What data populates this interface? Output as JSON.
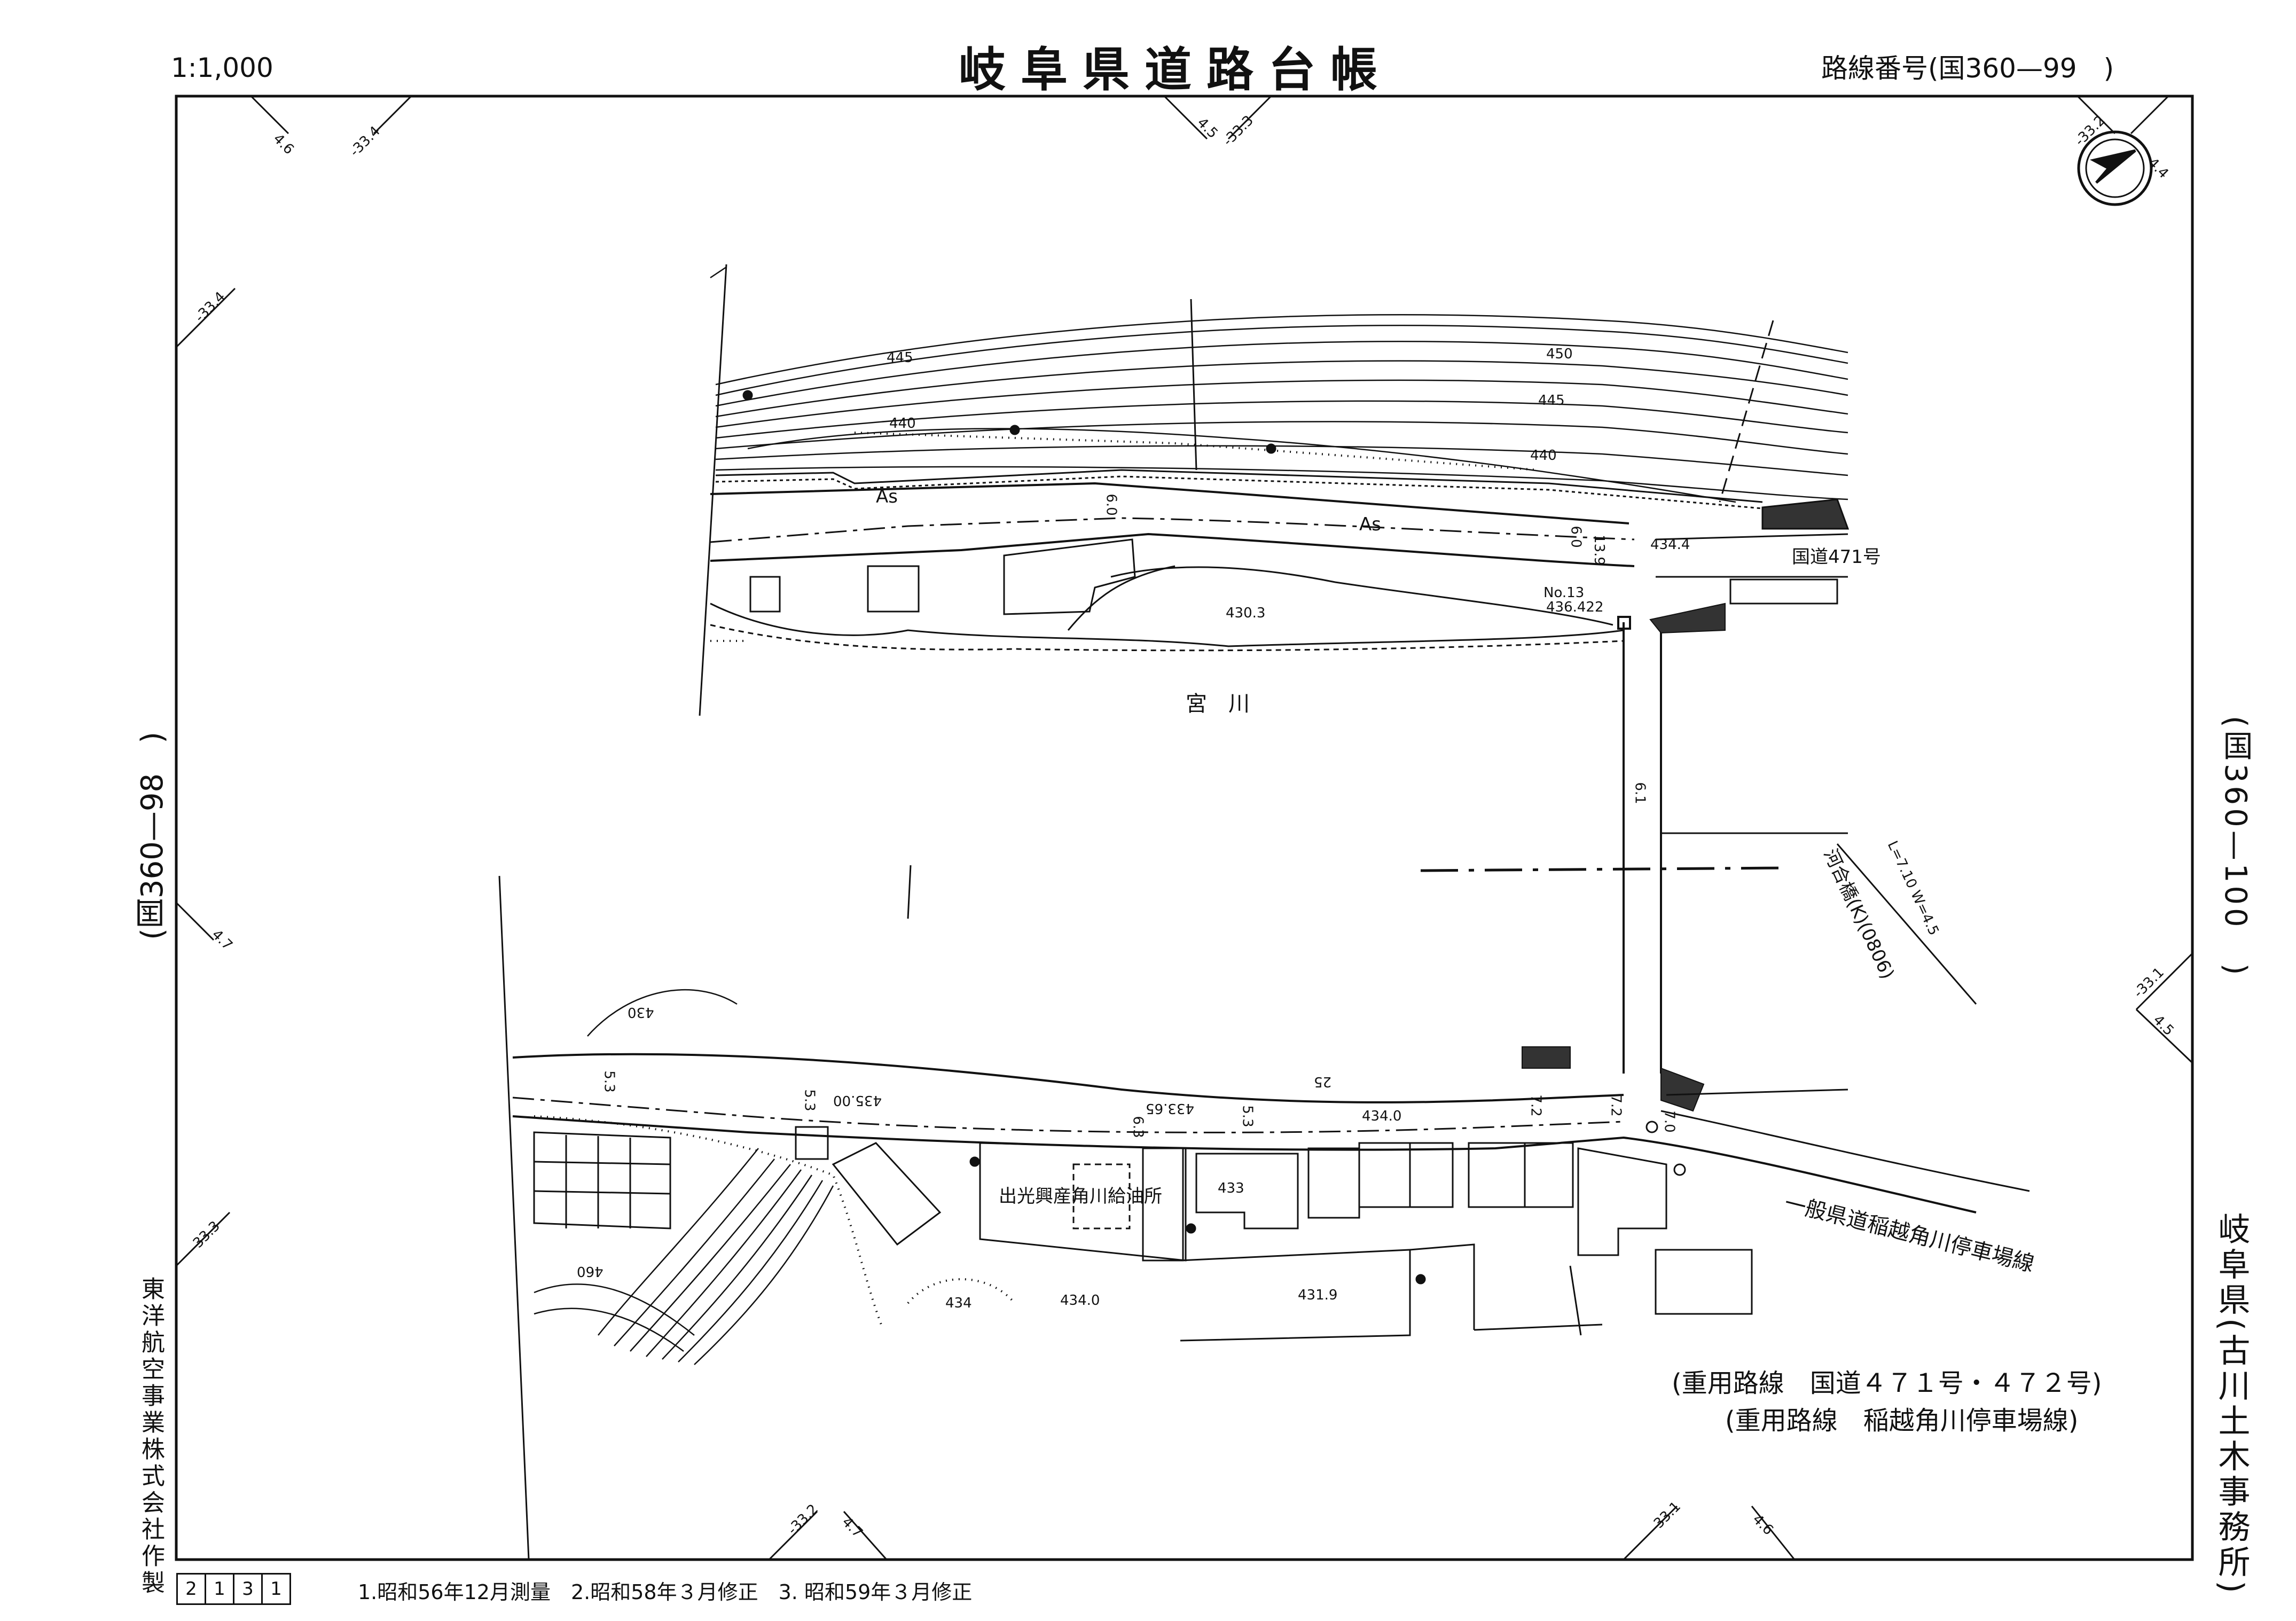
{
  "header": {
    "scale": "1:1,000",
    "title": "岐阜県道路台帳",
    "route_number": "路線番号(国360—99　)"
  },
  "adjacent": {
    "left": "(国360—98　)",
    "right": "(国360—100　)"
  },
  "side": {
    "office": "岐阜県(古川土木事務所)",
    "maker": "東洋航空事業株式会社作製"
  },
  "map_labels": {
    "river": "宮　川",
    "national_road": "国道471号",
    "prefectural_road": "一般県道稲越角川停車場線",
    "gas_station": "出光興産角川給油所",
    "bridge": "河合橋(K)(0806)",
    "bridge_dims": "L=7.10 W=4.5",
    "station_no": "No.13",
    "station_elev": "436.422",
    "surface_top": "As",
    "surface_mid": "As",
    "contours": [
      "445",
      "440",
      "450",
      "445",
      "440",
      "430",
      "460"
    ],
    "spots": [
      "434.4",
      "430.3",
      "435.00",
      "433.65",
      "434.0",
      "433",
      "434.0",
      "434",
      "431.9"
    ],
    "widths": [
      "6.0",
      "6.0",
      "13.9",
      "5.3",
      "5.3",
      "6.3",
      "5.3",
      "7.2",
      "7.2",
      "7.0",
      "6.1",
      "25"
    ],
    "grid_ticks": [
      "4.6",
      "-33.4",
      "4.5",
      "-33.3",
      "-33.2",
      "4.4",
      "-33.4",
      "4.7",
      "-33.3",
      "-33.2",
      "4.7",
      "-33.1",
      "4.6",
      "-33.1",
      "4.5"
    ]
  },
  "overlap": {
    "line1": "(重用路線　国道４７１号・４７２号)",
    "line2": "(重用路線　稲越角川停車場線)"
  },
  "footer": {
    "sheet_cells": [
      "2",
      "1",
      "3",
      "1"
    ],
    "revisions": "1.昭和56年12月測量　2.昭和58年３月修正　3. 昭和59年３月修正"
  },
  "icons": {
    "north_arrow": "north-arrow-icon",
    "bench_mark": "bench-mark-icon"
  }
}
